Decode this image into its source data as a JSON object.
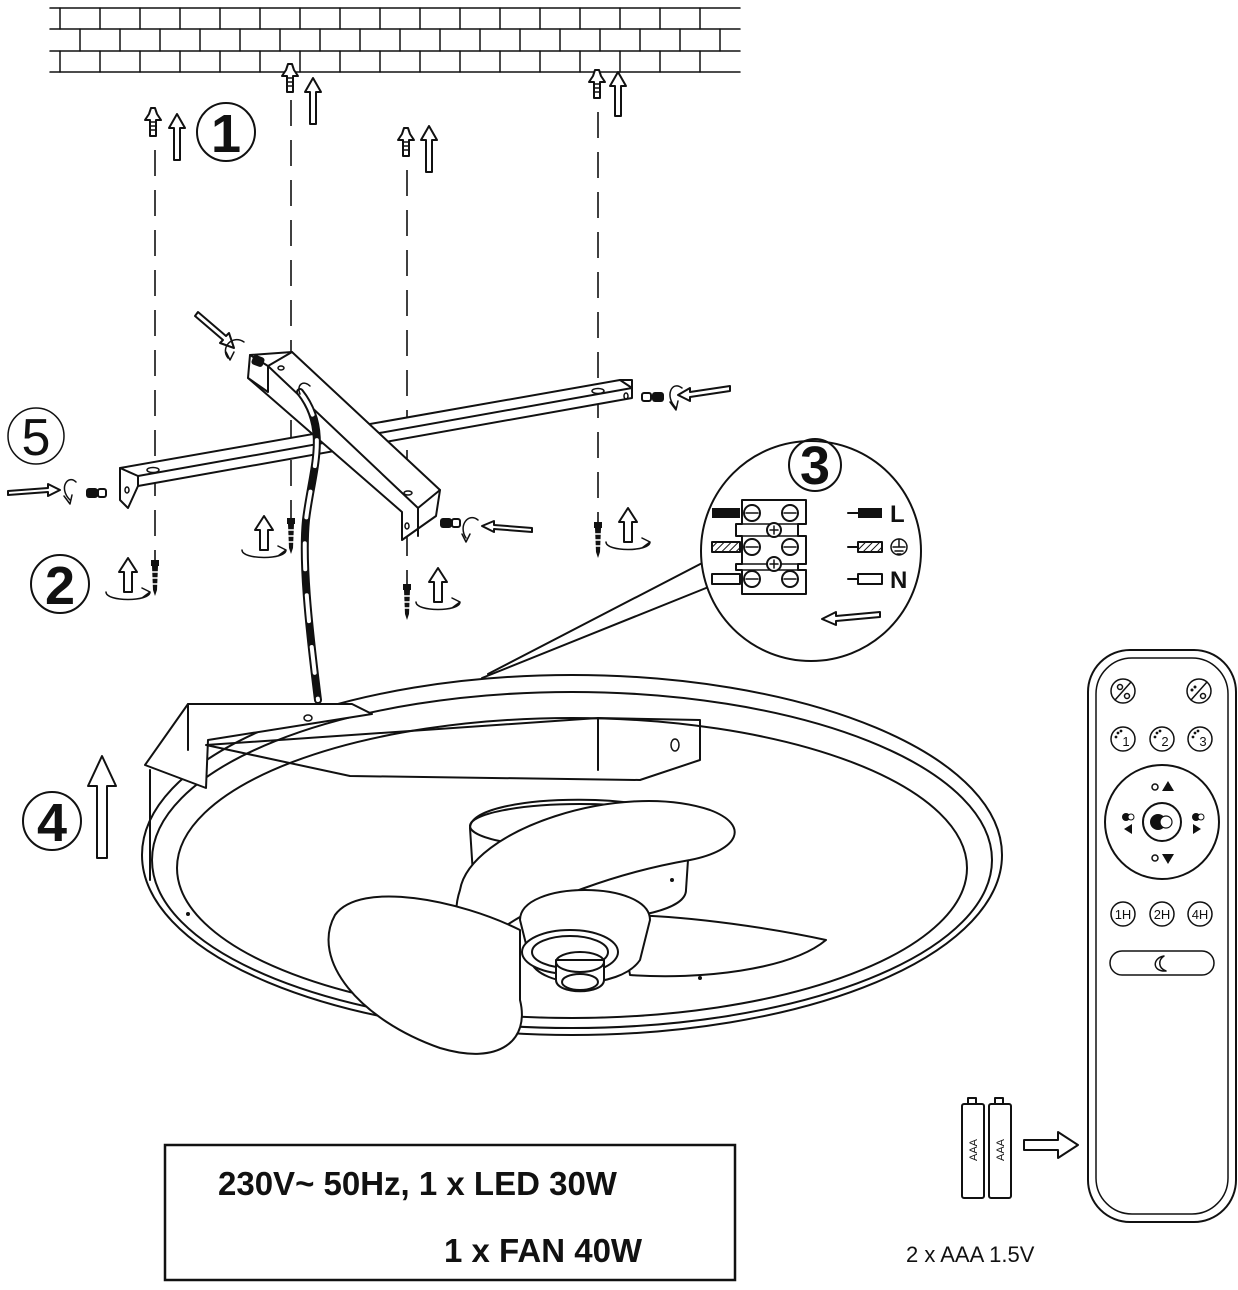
{
  "steps": {
    "s1": "1",
    "s2": "2",
    "s3": "3",
    "s4": "4",
    "s5": "5"
  },
  "wiring": {
    "live": "L",
    "neutral": "N",
    "earth_icon": "earth-ground-symbol"
  },
  "specs": {
    "line1": "230V~ 50Hz, 1 x LED 30W",
    "line2": "1 x FAN 40W"
  },
  "battery": {
    "label": "2 x AAA 1.5V",
    "cell_label": "AAA"
  },
  "remote": {
    "timer_buttons": [
      "1H",
      "2H",
      "4H"
    ],
    "speed_buttons": [
      "1",
      "2",
      "3"
    ],
    "icons": [
      "light-power-icon",
      "fan-power-icon",
      "brightness-up-icon",
      "brightness-down-icon",
      "color-temp-icon",
      "moon-night-icon"
    ]
  }
}
